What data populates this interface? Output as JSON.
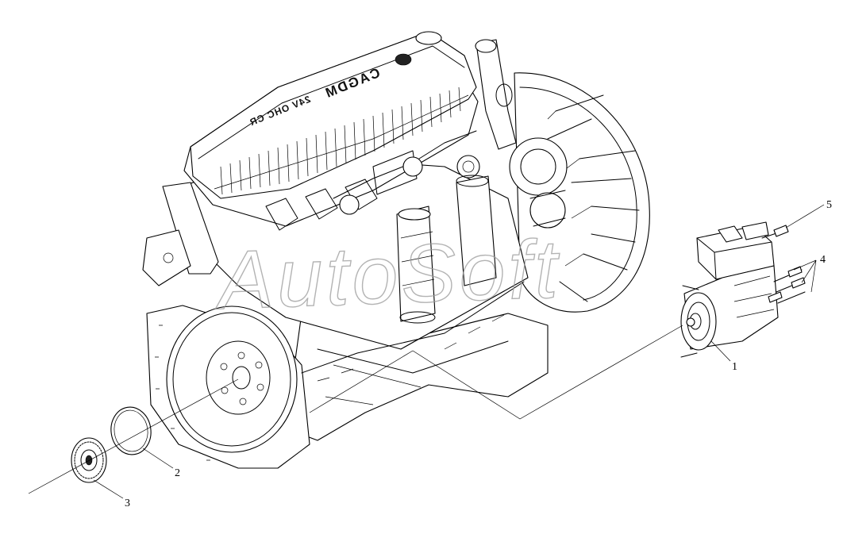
{
  "diagram": {
    "engine_brand_text": "CAGDM",
    "engine_spec_text": "24V OHC CR",
    "watermark": "AutoSoft",
    "callouts": [
      {
        "id": "1",
        "label": "1"
      },
      {
        "id": "2",
        "label": "2"
      },
      {
        "id": "3",
        "label": "3"
      },
      {
        "id": "4",
        "label": "4"
      },
      {
        "id": "5",
        "label": "5"
      }
    ]
  },
  "colors": {
    "line": "#000000",
    "background": "#ffffff",
    "watermark": "#9a9a9a"
  }
}
